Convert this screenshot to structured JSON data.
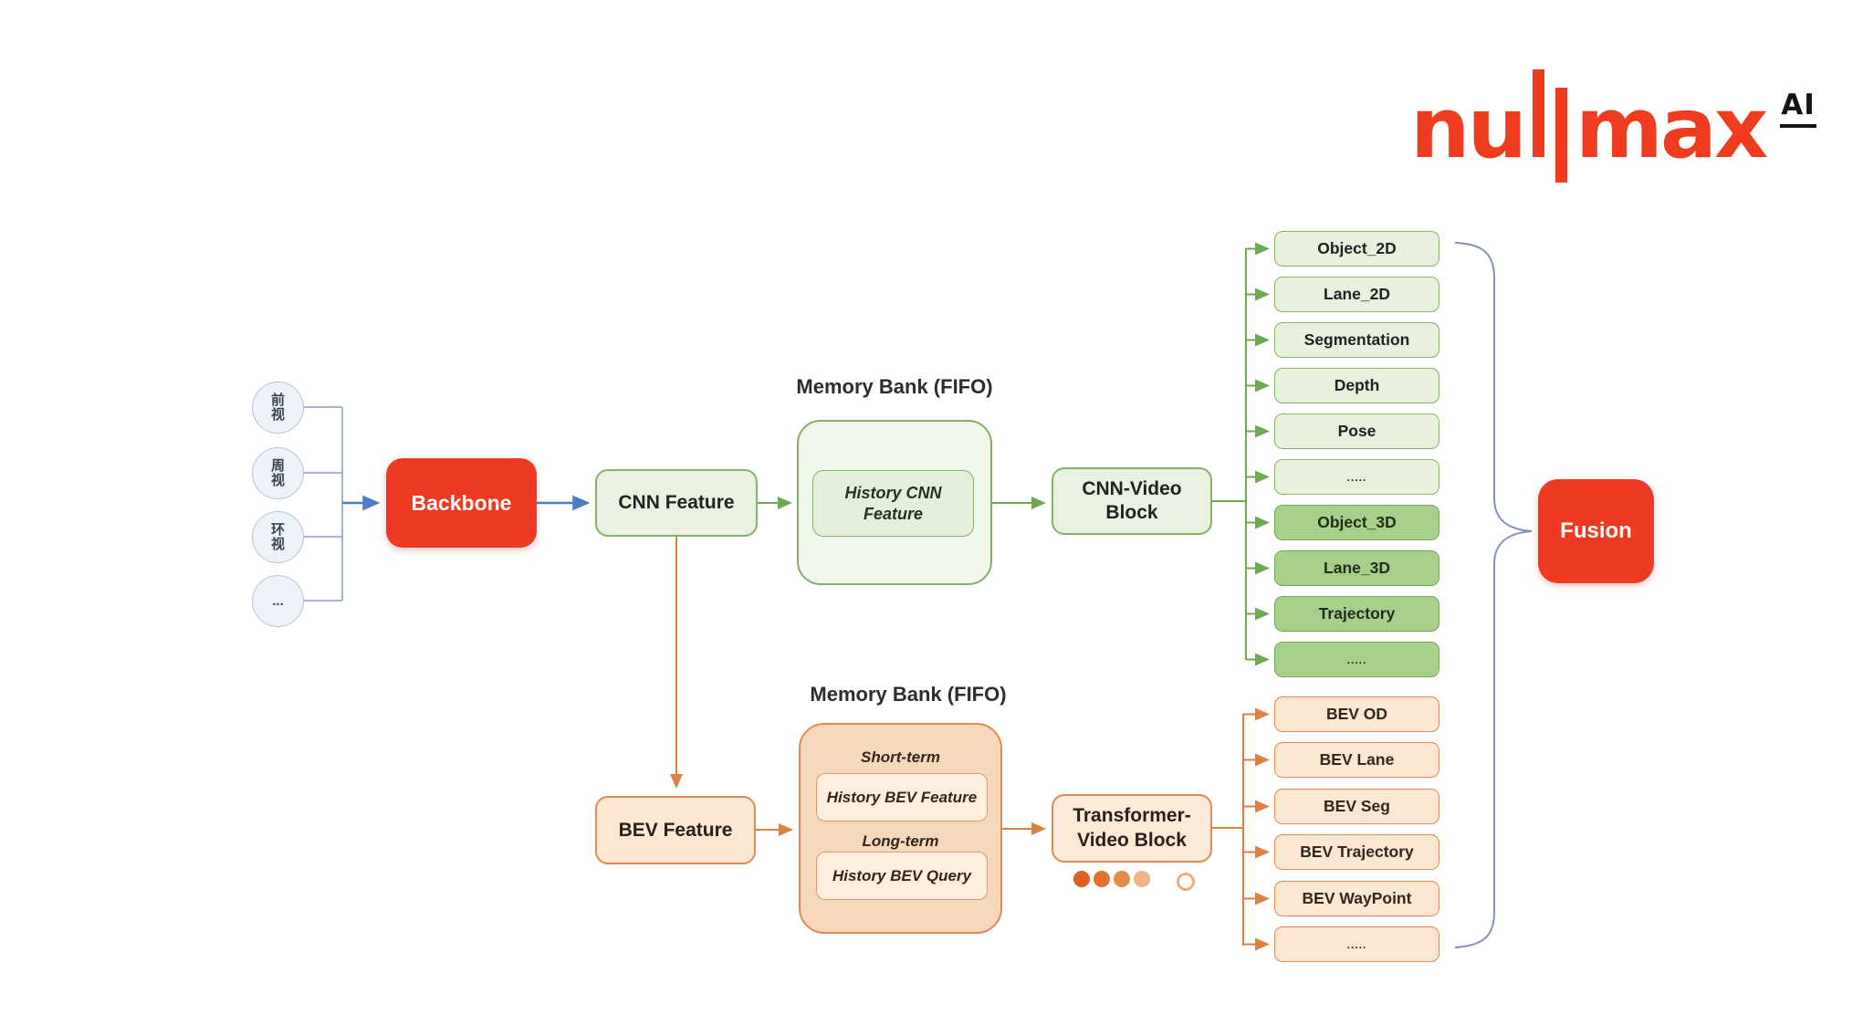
{
  "brand": {
    "name_prefix": "nu",
    "name_suffix": "max",
    "ai_badge": "AI",
    "color": "#f03c1e"
  },
  "inputs": {
    "cameras": [
      {
        "label": "前视"
      },
      {
        "label": "周视"
      },
      {
        "label": "环视"
      },
      {
        "label": "..."
      }
    ]
  },
  "nodes": {
    "backbone": "Backbone",
    "cnn_feature": "CNN Feature",
    "bev_feature": "BEV Feature",
    "cnn_video_block": {
      "line1": "CNN-Video",
      "line2": "Block"
    },
    "transformer_video_block": {
      "line1": "Transformer-",
      "line2": "Video Block"
    },
    "fusion": "Fusion"
  },
  "memory_bank_cnn": {
    "title": "Memory Bank (FIFO)",
    "history_box": {
      "line1": "History CNN",
      "line2": "Feature"
    }
  },
  "memory_bank_bev": {
    "title": "Memory Bank (FIFO)",
    "short_term_label": "Short-term",
    "short_term_box": "History BEV Feature",
    "long_term_label": "Long-term",
    "long_term_box": "History BEV Query"
  },
  "cnn_outputs_2d": [
    "Object_2D",
    "Lane_2D",
    "Segmentation",
    "Depth",
    "Pose",
    "....."
  ],
  "cnn_outputs_3d": [
    "Object_3D",
    "Lane_3D",
    "Trajectory",
    "....."
  ],
  "bev_outputs": [
    "BEV OD",
    "BEV Lane",
    "BEV Seg",
    "BEV Trajectory",
    "BEV WayPoint",
    "....."
  ],
  "colors": {
    "red": "#ee3a22",
    "green_light_fill": "#e9f2e0",
    "green_dark_fill": "#a6cf8c",
    "green_border": "#85b365",
    "orange_fill": "#fce7d2",
    "orange_border": "#dd8a54",
    "blue_arrow": "#4d7ec5",
    "green_arrow": "#6fa851",
    "orange_arrow": "#dd8040",
    "brace": "#8290bb"
  }
}
